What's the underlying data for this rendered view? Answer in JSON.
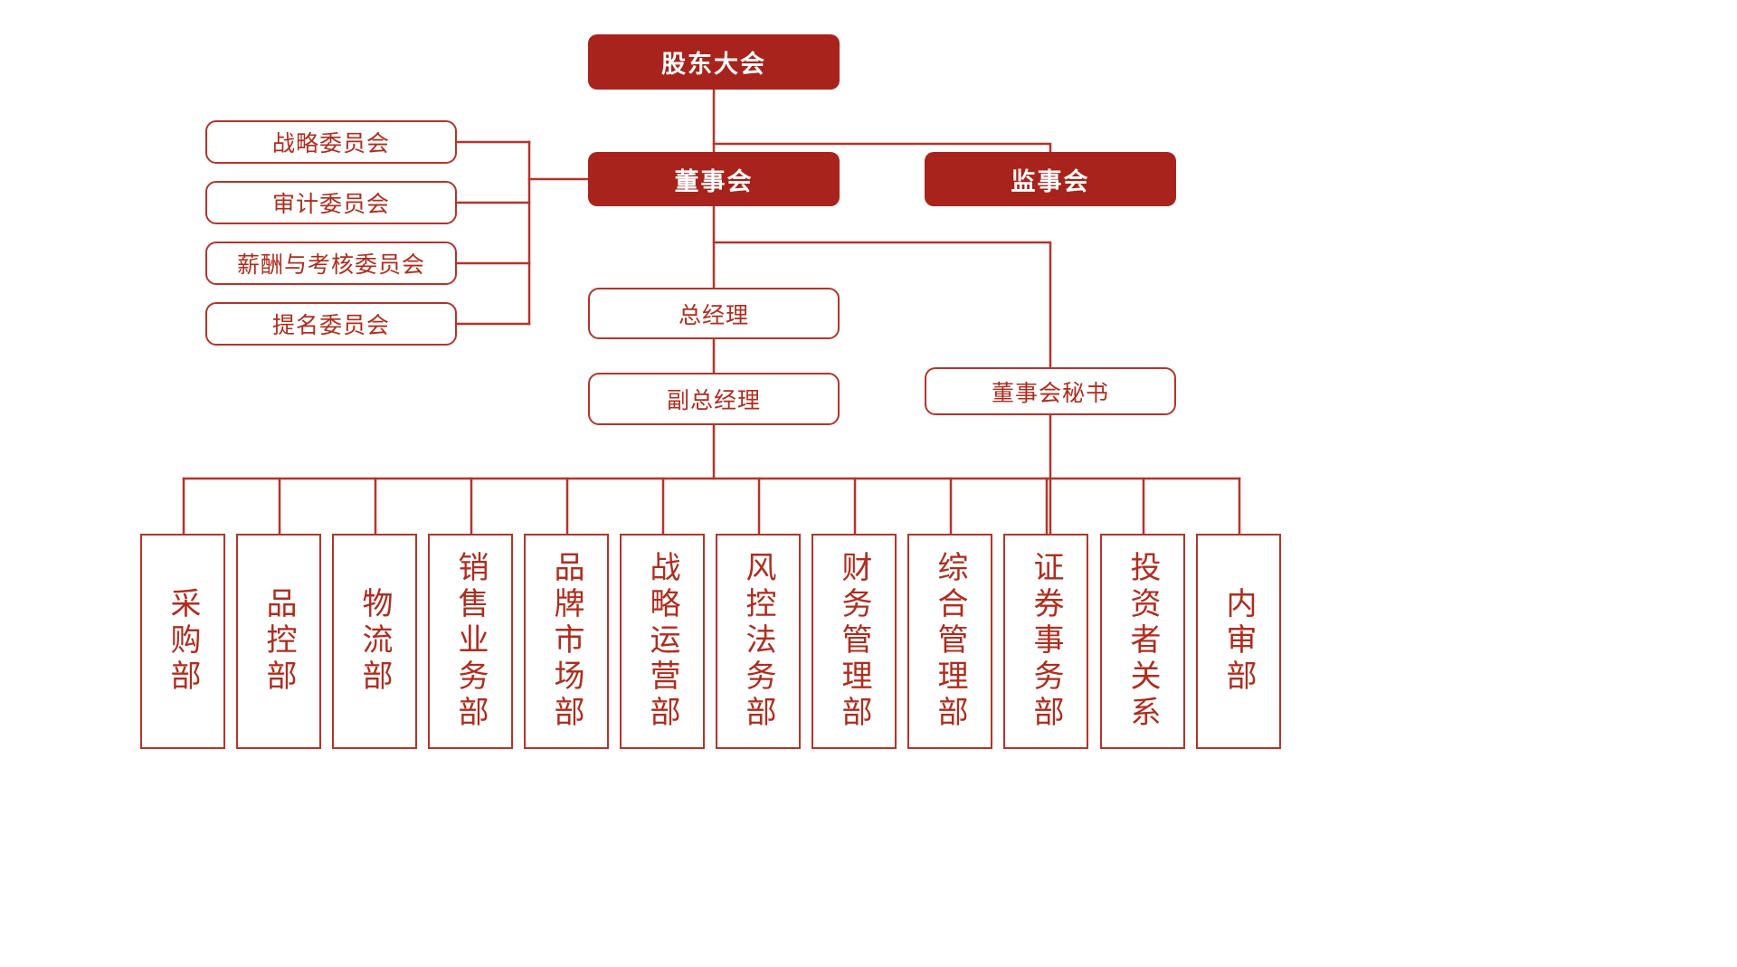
{
  "theme": {
    "brand_red": "#A8231B",
    "outline_red": "#B5342A",
    "text_red": "#B02C1E",
    "background": "#FFFFFF",
    "solid_text": "#FFFFFF"
  },
  "chart_data": {
    "type": "diagram",
    "title": "",
    "orientation": "top-down",
    "nodes": [
      {
        "id": "shareholders",
        "label": "股东大会",
        "style": "solid",
        "level": 0
      },
      {
        "id": "board",
        "label": "董事会",
        "style": "solid",
        "level": 1
      },
      {
        "id": "supervisors",
        "label": "监事会",
        "style": "solid",
        "level": 1
      },
      {
        "id": "strategy_cmt",
        "label": "战略委员会",
        "style": "outline",
        "level": 2
      },
      {
        "id": "audit_cmt",
        "label": "审计委员会",
        "style": "outline",
        "level": 2
      },
      {
        "id": "comp_cmt",
        "label": "薪酬与考核委员会",
        "style": "outline",
        "level": 2
      },
      {
        "id": "nomination_cmt",
        "label": "提名委员会",
        "style": "outline",
        "level": 2
      },
      {
        "id": "gm",
        "label": "总经理",
        "style": "outline",
        "level": 2
      },
      {
        "id": "deputy_gm",
        "label": "副总经理",
        "style": "outline",
        "level": 3
      },
      {
        "id": "board_secretary",
        "label": "董事会秘书",
        "style": "outline",
        "level": 3
      }
    ],
    "edges": [
      {
        "from": "shareholders",
        "to": "board"
      },
      {
        "from": "shareholders",
        "to": "supervisors"
      },
      {
        "from": "board",
        "to": "strategy_cmt"
      },
      {
        "from": "board",
        "to": "audit_cmt"
      },
      {
        "from": "board",
        "to": "comp_cmt"
      },
      {
        "from": "board",
        "to": "nomination_cmt"
      },
      {
        "from": "board",
        "to": "gm"
      },
      {
        "from": "board",
        "to": "board_secretary"
      },
      {
        "from": "gm",
        "to": "deputy_gm"
      },
      {
        "from": "deputy_gm",
        "to": "departments"
      },
      {
        "from": "board_secretary",
        "to": "securities_dept"
      }
    ]
  },
  "top": {
    "shareholders_meeting": "股东大会",
    "board_of_directors": "董事会",
    "board_of_supervisors": "监事会"
  },
  "committees": [
    {
      "label": "战略委员会"
    },
    {
      "label": "审计委员会"
    },
    {
      "label": "薪酬与考核委员会"
    },
    {
      "label": "提名委员会"
    }
  ],
  "management": {
    "general_manager": "总经理",
    "deputy_general_manager": "副总经理",
    "board_secretary": "董事会秘书"
  },
  "departments": [
    {
      "label": "采购部"
    },
    {
      "label": "品控部"
    },
    {
      "label": "物流部"
    },
    {
      "label": "销售业务部"
    },
    {
      "label": "品牌市场部"
    },
    {
      "label": "战略运营部"
    },
    {
      "label": "风控法务部"
    },
    {
      "label": "财务管理部"
    },
    {
      "label": "综合管理部"
    },
    {
      "label": "证券事务部"
    },
    {
      "label": "投资者关系"
    },
    {
      "label": "内审部"
    }
  ]
}
